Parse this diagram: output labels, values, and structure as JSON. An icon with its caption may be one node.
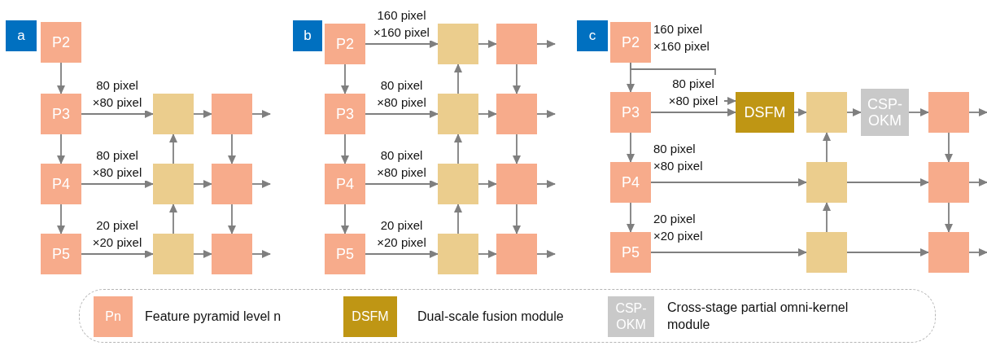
{
  "diagram": {
    "nodes": [
      {
        "text": [
          "a"
        ]
      },
      {
        "text": [
          "P2"
        ]
      },
      {
        "text": [
          "P3"
        ]
      },
      {
        "text": [
          "P4"
        ]
      },
      {
        "text": [
          "P5"
        ]
      },
      {
        "text": [],
        "shape": "box"
      },
      {
        "text": [],
        "shape": "box"
      },
      {
        "text": [],
        "shape": "box"
      },
      {
        "text": [],
        "shape": "box"
      },
      {
        "text": [],
        "shape": "box"
      },
      {
        "text": [],
        "shape": "box"
      },
      {
        "text": [
          "b"
        ]
      },
      {
        "text": [
          "P2"
        ]
      },
      {
        "text": [
          "P3"
        ]
      },
      {
        "text": [
          "P4"
        ]
      },
      {
        "text": [
          "P5"
        ]
      },
      {
        "text": [],
        "shape": "box"
      },
      {
        "text": [],
        "shape": "box"
      },
      {
        "text": [],
        "shape": "box"
      },
      {
        "text": [],
        "shape": "box"
      },
      {
        "text": [],
        "shape": "box"
      },
      {
        "text": [],
        "shape": "box"
      },
      {
        "text": [],
        "shape": "box"
      },
      {
        "text": [],
        "shape": "box"
      },
      {
        "text": [
          "c"
        ]
      },
      {
        "text": [
          "P2"
        ],
        "beside": [
          "160 pixel ×160 pixel"
        ]
      },
      {
        "text": [
          "P3"
        ]
      },
      {
        "text": [
          "P4"
        ]
      },
      {
        "text": [
          "P5"
        ]
      },
      {
        "text": [
          "DSFM"
        ]
      },
      {
        "text": [],
        "shape": "box"
      },
      {
        "text": [],
        "shape": "box"
      },
      {
        "text": [],
        "shape": "box"
      },
      {
        "text": [
          "CSP-OKM"
        ]
      },
      {
        "text": [],
        "shape": "box"
      },
      {
        "text": [],
        "shape": "box"
      },
      {
        "text": [],
        "shape": "box"
      }
    ],
    "edges": [
      {
        "from": 1,
        "to": 2,
        "arrow": "to"
      },
      {
        "from": 2,
        "to": 3,
        "arrow": "to"
      },
      {
        "from": 3,
        "to": 4,
        "arrow": "to"
      },
      {
        "from": 2,
        "to": 5,
        "arrow": "to",
        "label": "80 pixel ×80 pixel"
      },
      {
        "from": 3,
        "to": 6,
        "arrow": "to",
        "label": "80 pixel ×80 pixel"
      },
      {
        "from": 4,
        "to": 7,
        "arrow": "to",
        "label": "20 pixel ×20 pixel"
      },
      {
        "from": 7,
        "to": 6,
        "arrow": "to"
      },
      {
        "from": 6,
        "to": 5,
        "arrow": "to"
      },
      {
        "from": 5,
        "to": 8,
        "arrow": "to"
      },
      {
        "from": 6,
        "to": 9,
        "arrow": "to"
      },
      {
        "from": 7,
        "to": 10,
        "arrow": "to"
      },
      {
        "from": 8,
        "to": 9,
        "arrow": "to"
      },
      {
        "from": 9,
        "to": 10,
        "arrow": "to"
      },
      {
        "from": 8,
        "to": null,
        "arrow": "to"
      },
      {
        "from": 9,
        "to": null,
        "arrow": "to"
      },
      {
        "from": 10,
        "to": null,
        "arrow": "to"
      },
      {
        "from": 12,
        "to": 13,
        "arrow": "to"
      },
      {
        "from": 13,
        "to": 14,
        "arrow": "to"
      },
      {
        "from": 14,
        "to": 15,
        "arrow": "to"
      },
      {
        "from": 12,
        "to": 16,
        "arrow": "to",
        "label": "160 pixel ×160 pixel"
      },
      {
        "from": 13,
        "to": 17,
        "arrow": "to",
        "label": "80 pixel ×80 pixel"
      },
      {
        "from": 14,
        "to": 18,
        "arrow": "to",
        "label": "80 pixel ×80 pixel"
      },
      {
        "from": 15,
        "to": 19,
        "arrow": "to",
        "label": "20 pixel ×20 pixel"
      },
      {
        "from": 19,
        "to": 18,
        "arrow": "to"
      },
      {
        "from": 18,
        "to": 17,
        "arrow": "to"
      },
      {
        "from": 17,
        "to": 16,
        "arrow": "to"
      },
      {
        "from": 16,
        "to": 20,
        "arrow": "to"
      },
      {
        "from": 17,
        "to": 21,
        "arrow": "to"
      },
      {
        "from": 18,
        "to": 22,
        "arrow": "to"
      },
      {
        "from": 19,
        "to": 23,
        "arrow": "to"
      },
      {
        "from": 20,
        "to": 21,
        "arrow": "to"
      },
      {
        "from": 21,
        "to": 22,
        "arrow": "to"
      },
      {
        "from": 22,
        "to": 23,
        "arrow": "to"
      },
      {
        "from": 20,
        "to": null,
        "arrow": "to"
      },
      {
        "from": 21,
        "to": null,
        "arrow": "to"
      },
      {
        "from": 22,
        "to": null,
        "arrow": "to"
      },
      {
        "from": 23,
        "to": null,
        "arrow": "to"
      },
      {
        "from": 25,
        "to": 26,
        "arrow": "to"
      },
      {
        "from": 25,
        "to": 29,
        "arrow": "to"
      },
      {
        "from": 26,
        "to": 27,
        "arrow": "to"
      },
      {
        "from": 27,
        "to": 28,
        "arrow": "to"
      },
      {
        "from": 26,
        "to": 29,
        "arrow": "to",
        "label": "80 pixel ×80 pixel"
      },
      {
        "from": 29,
        "to": 30,
        "arrow": "to"
      },
      {
        "from": 30,
        "to": 33,
        "arrow": "to"
      },
      {
        "from": 33,
        "to": 34,
        "arrow": "to"
      },
      {
        "from": 27,
        "to": 31,
        "arrow": "to",
        "label": "80 pixel ×80 pixel"
      },
      {
        "from": 28,
        "to": 32,
        "arrow": "to",
        "label": "20 pixel ×20 pixel"
      },
      {
        "from": 32,
        "to": 31,
        "arrow": "to"
      },
      {
        "from": 31,
        "to": 30,
        "arrow": "to"
      },
      {
        "from": 31,
        "to": 35,
        "arrow": "to"
      },
      {
        "from": 32,
        "to": 36,
        "arrow": "to"
      },
      {
        "from": 34,
        "to": 35,
        "arrow": "to"
      },
      {
        "from": 35,
        "to": 36,
        "arrow": "to"
      },
      {
        "from": 34,
        "to": null,
        "arrow": "to"
      },
      {
        "from": 35,
        "to": null,
        "arrow": "to"
      },
      {
        "from": 36,
        "to": null,
        "arrow": "to"
      }
    ],
    "labels": [
      "Pn",
      "DSFM",
      "CSP-OKM"
    ],
    "legend": [
      {
        "text": "Feature pyramid level n",
        "color": "#f7ab8b"
      },
      {
        "text": "Dual-scale fusion module",
        "color": "#bf9614"
      },
      {
        "text": "Cross-stage partial omni-kernel module",
        "color": "#c9c9c9"
      }
    ]
  }
}
